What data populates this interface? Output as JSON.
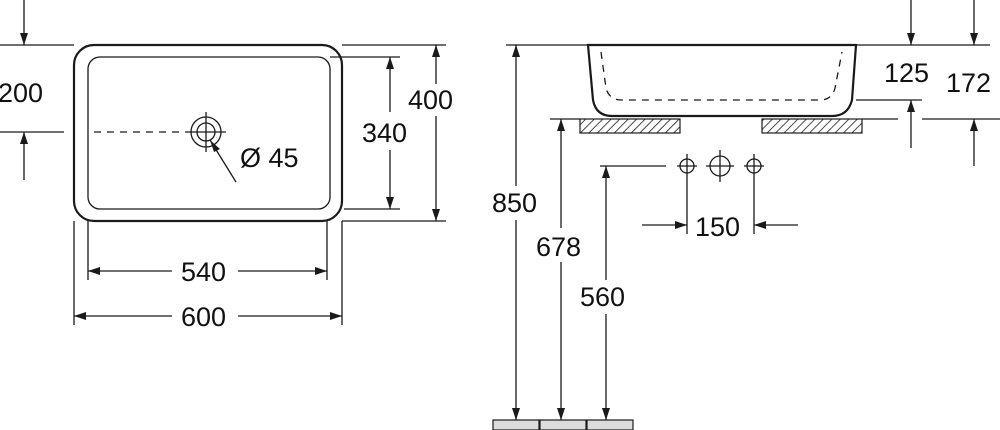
{
  "top_view": {
    "depth_label": "200",
    "outer_width_label": "600",
    "inner_width_label": "540",
    "outer_depth_label": "400",
    "inner_depth_label": "340",
    "drain_label": "Ø 45"
  },
  "side_view": {
    "bowl_height_label": "125",
    "total_height_label": "172",
    "rim_height_label": "850",
    "counter_height_label": "678",
    "tap_height_label": "560",
    "tap_spacing_label": "150"
  }
}
